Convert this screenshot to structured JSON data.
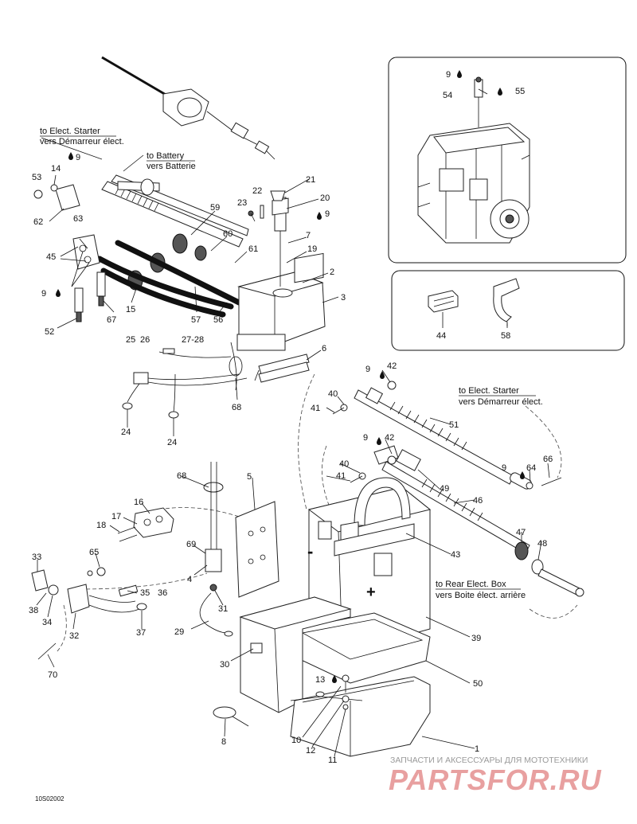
{
  "diagram_code": "10S02002",
  "callouts": {
    "to_elect_starter_top": "to Elect. Starter",
    "vers_demarreur_top": "vers Démarreur élect.",
    "to_battery": "to Battery",
    "vers_batterie": "vers Batterie",
    "to_elect_starter_right": "to Elect. Starter",
    "vers_demarreur_right": "vers Démarreur élect.",
    "to_rear_box": "to Rear Elect. Box",
    "vers_boite": "vers Boite élect. arrière"
  },
  "labels": {
    "l1": "1",
    "l2": "2",
    "l3": "3",
    "l4": "4",
    "l5": "5",
    "l6": "6",
    "l7": "7",
    "l8": "8",
    "l9a": "9",
    "l9b": "9",
    "l9c": "9",
    "l9d": "9",
    "l9e": "9",
    "l9f": "9",
    "l9g": "9",
    "l10": "10",
    "l11": "11",
    "l12": "12",
    "l13": "13",
    "l14": "14",
    "l15": "15",
    "l16": "16",
    "l17": "17",
    "l18": "18",
    "l19": "19",
    "l20": "20",
    "l21": "21",
    "l22": "22",
    "l23": "23",
    "l24a": "24",
    "l24b": "24",
    "l25": "25",
    "l26": "26",
    "l27": "27-28",
    "l29": "29",
    "l30": "30",
    "l31": "31",
    "l32": "32",
    "l33": "33",
    "l34": "34",
    "l35": "35",
    "l36": "36",
    "l37": "37",
    "l38": "38",
    "l39": "39",
    "l40a": "40",
    "l40b": "40",
    "l41a": "41",
    "l41b": "41",
    "l42a": "42",
    "l42b": "42",
    "l43": "43",
    "l44": "44",
    "l45": "45",
    "l46": "46",
    "l47": "47",
    "l48": "48",
    "l49": "49",
    "l50": "50",
    "l51": "51",
    "l52": "52",
    "l53": "53",
    "l54": "54",
    "l55": "55",
    "l56": "56",
    "l57": "57",
    "l58": "58",
    "l59": "59",
    "l60": "60",
    "l61": "61",
    "l62": "62",
    "l63": "63",
    "l64": "64",
    "l65": "65",
    "l66": "66",
    "l67": "67",
    "l68a": "68",
    "l68b": "68",
    "l69": "69",
    "l70": "70"
  },
  "polarity": {
    "minus": "-",
    "plus": "+"
  },
  "watermark": {
    "tagline": "ЗАПЧАСТИ И АКСЕССУАРЫ ДЛЯ МОТОТЕХНИКИ",
    "brand": "PARTSFOR.RU"
  }
}
